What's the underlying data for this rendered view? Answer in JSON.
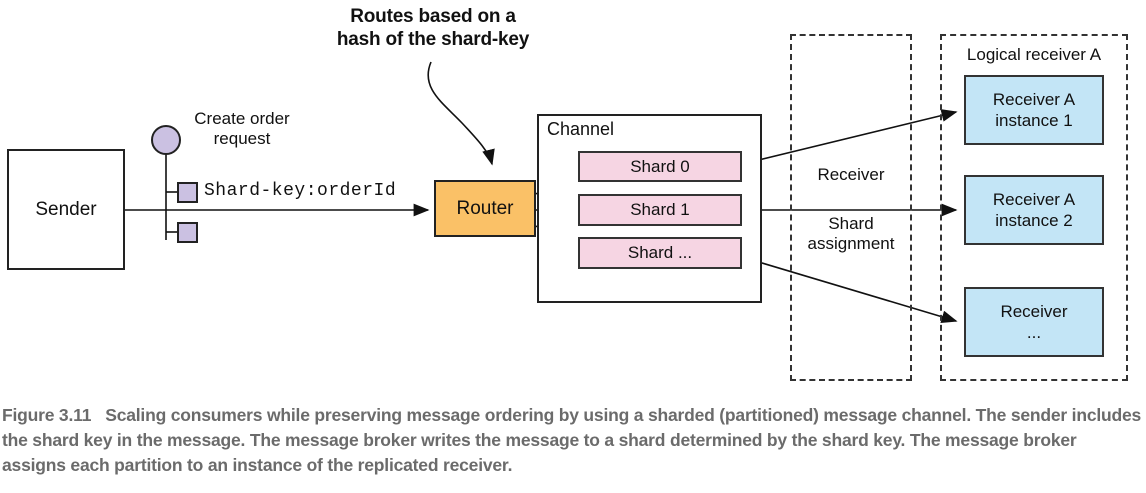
{
  "diagram": {
    "annotation": {
      "line1": "Routes based on a",
      "line2": "hash of the shard-key"
    },
    "sender": {
      "label": "Sender"
    },
    "message": {
      "event_line1": "Create order",
      "event_line2": "request",
      "shard_key": "Shard-key:orderId"
    },
    "router": {
      "label": "Router"
    },
    "channel": {
      "label": "Channel",
      "shards": [
        {
          "label": "Shard 0"
        },
        {
          "label": "Shard 1"
        },
        {
          "label": "Shard ..."
        }
      ]
    },
    "receiver_group": {
      "receiver_label": "Receiver",
      "assignment_line1": "Shard",
      "assignment_line2": "assignment"
    },
    "logical_receiver": {
      "label": "Logical receiver A",
      "instances": [
        {
          "line1": "Receiver A",
          "line2": "instance 1"
        },
        {
          "line1": "Receiver A",
          "line2": "instance 2"
        },
        {
          "line1": "Receiver",
          "line2": "..."
        }
      ]
    },
    "colors": {
      "router_fill": "#fac167",
      "shard_fill": "#f6d5e3",
      "receiver_fill": "#c3e5f6",
      "message_fill": "#cbc1e2",
      "caption_text": "#6b6b6b",
      "line_stroke": "#111111"
    }
  },
  "caption": {
    "label": "Figure 3.11",
    "text": "Scaling consumers while preserving message ordering by using a sharded (partitioned) message channel. The sender includes the shard key in the message. The message broker writes the message to a shard determined by the shard key. The message broker assigns each partition to an instance of the replicated receiver."
  }
}
